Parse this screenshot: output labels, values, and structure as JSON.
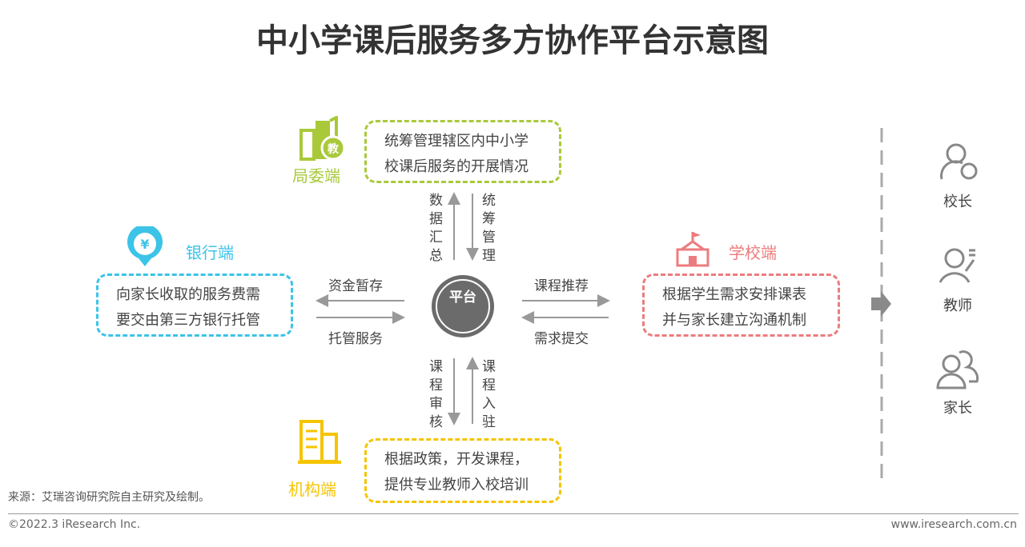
{
  "title": "中小学课后服务多方协作平台示意图",
  "colors": {
    "bureau": "#a9c93a",
    "bank": "#3cc3e8",
    "school": "#ec7c7e",
    "institution": "#f5c400",
    "platform": "#6b6b6b"
  },
  "bureau": {
    "label": "局委端",
    "icon_text": "教",
    "lines": [
      "统筹管理辖区内中小学",
      "校课后服务的开展情况"
    ]
  },
  "bank": {
    "label": "银行端",
    "icon_text": "¥",
    "lines": [
      "向家长收取的服务费需",
      "要交由第三方银行托管"
    ]
  },
  "school": {
    "label": "学校端",
    "lines": [
      "根据学生需求安排课表",
      "并与家长建立沟通机制"
    ]
  },
  "institution": {
    "label": "机构端",
    "lines": [
      "根据政策，开发课程，",
      "提供专业教师入校培训"
    ]
  },
  "platform": {
    "label": "平台"
  },
  "flows": {
    "up_left": "数据汇总",
    "up_right": "统筹管理",
    "left_top": "资金暂存",
    "left_bottom": "托管服务",
    "right_top": "课程推荐",
    "right_bottom": "需求提交",
    "down_left": "课程审核",
    "down_right": "课程入驻"
  },
  "roles": [
    {
      "label": "校长",
      "icon": "principal-icon"
    },
    {
      "label": "教师",
      "icon": "teacher-icon"
    },
    {
      "label": "家长",
      "icon": "parents-icon"
    }
  ],
  "source": "来源：艾瑞咨询研究院自主研究及绘制。",
  "footer": {
    "copyright": "©2022.3 iResearch Inc.",
    "url": "www.iresearch.com.cn"
  }
}
